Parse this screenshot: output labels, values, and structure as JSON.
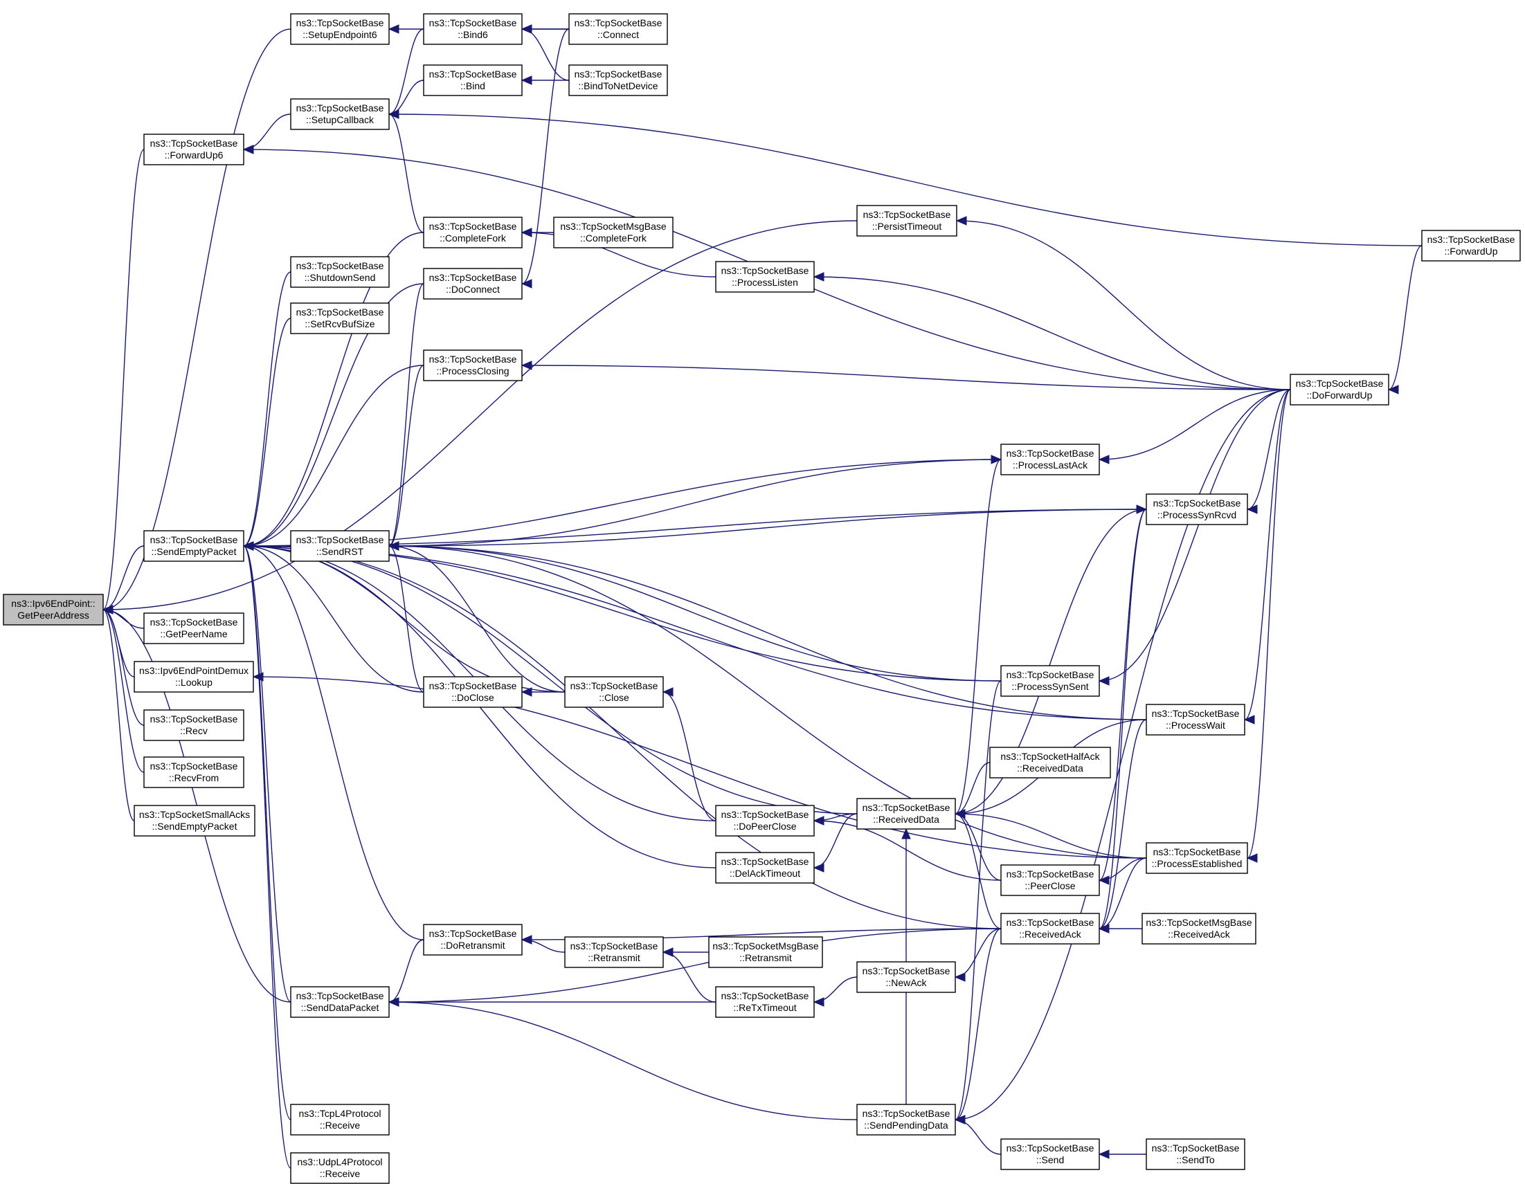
{
  "diagram": {
    "title": "",
    "nodes": [
      {
        "id": "root",
        "lines": [
          "ns3::Ipv6EndPoint::",
          "GetPeerAddress"
        ],
        "highlighted": true
      },
      {
        "id": "SetupEndpoint6",
        "lines": [
          "ns3::TcpSocketBase",
          "::SetupEndpoint6"
        ]
      },
      {
        "id": "Bind6",
        "lines": [
          "ns3::TcpSocketBase",
          "::Bind6"
        ]
      },
      {
        "id": "Connect",
        "lines": [
          "ns3::TcpSocketBase",
          "::Connect"
        ]
      },
      {
        "id": "Bind",
        "lines": [
          "ns3::TcpSocketBase",
          "::Bind"
        ]
      },
      {
        "id": "BindToNetDevice",
        "lines": [
          "ns3::TcpSocketBase",
          "::BindToNetDevice"
        ]
      },
      {
        "id": "SetupCallback",
        "lines": [
          "ns3::TcpSocketBase",
          "::SetupCallback"
        ]
      },
      {
        "id": "ForwardUp6",
        "lines": [
          "ns3::TcpSocketBase",
          "::ForwardUp6"
        ]
      },
      {
        "id": "PersistTimeout",
        "lines": [
          "ns3::TcpSocketBase",
          "::PersistTimeout"
        ]
      },
      {
        "id": "CompleteFork",
        "lines": [
          "ns3::TcpSocketBase",
          "::CompleteFork"
        ]
      },
      {
        "id": "MsgCompleteFork",
        "lines": [
          "ns3::TcpSocketMsgBase",
          "::CompleteFork"
        ]
      },
      {
        "id": "ForwardUp",
        "lines": [
          "ns3::TcpSocketBase",
          "::ForwardUp"
        ]
      },
      {
        "id": "ShutdownSend",
        "lines": [
          "ns3::TcpSocketBase",
          "::ShutdownSend"
        ]
      },
      {
        "id": "DoConnect",
        "lines": [
          "ns3::TcpSocketBase",
          "::DoConnect"
        ]
      },
      {
        "id": "ProcessListen",
        "lines": [
          "ns3::TcpSocketBase",
          "::ProcessListen"
        ]
      },
      {
        "id": "SetRcvBufSize",
        "lines": [
          "ns3::TcpSocketBase",
          "::SetRcvBufSize"
        ]
      },
      {
        "id": "ProcessClosing",
        "lines": [
          "ns3::TcpSocketBase",
          "::ProcessClosing"
        ]
      },
      {
        "id": "DoForwardUp",
        "lines": [
          "ns3::TcpSocketBase",
          "::DoForwardUp"
        ]
      },
      {
        "id": "ProcessLastAck",
        "lines": [
          "ns3::TcpSocketBase",
          "::ProcessLastAck"
        ]
      },
      {
        "id": "ProcessSynRcvd",
        "lines": [
          "ns3::TcpSocketBase",
          "::ProcessSynRcvd"
        ]
      },
      {
        "id": "SendEmptyPacket",
        "lines": [
          "ns3::TcpSocketBase",
          "::SendEmptyPacket"
        ]
      },
      {
        "id": "SendRST",
        "lines": [
          "ns3::TcpSocketBase",
          "::SendRST"
        ]
      },
      {
        "id": "GetPeerName",
        "lines": [
          "ns3::TcpSocketBase",
          "::GetPeerName"
        ]
      },
      {
        "id": "Lookup",
        "lines": [
          "ns3::Ipv6EndPointDemux",
          "::Lookup"
        ]
      },
      {
        "id": "ProcessSynSent",
        "lines": [
          "ns3::TcpSocketBase",
          "::ProcessSynSent"
        ]
      },
      {
        "id": "DoClose",
        "lines": [
          "ns3::TcpSocketBase",
          "::DoClose"
        ]
      },
      {
        "id": "Close",
        "lines": [
          "ns3::TcpSocketBase",
          "::Close"
        ]
      },
      {
        "id": "ProcessWait",
        "lines": [
          "ns3::TcpSocketBase",
          "::ProcessWait"
        ]
      },
      {
        "id": "Recv",
        "lines": [
          "ns3::TcpSocketBase",
          "::Recv"
        ]
      },
      {
        "id": "HalfAckReceivedData",
        "lines": [
          "ns3::TcpSocketHalfAck",
          "::ReceivedData"
        ]
      },
      {
        "id": "RecvFrom",
        "lines": [
          "ns3::TcpSocketBase",
          "::RecvFrom"
        ]
      },
      {
        "id": "SmallAcksSendEmptyPacket",
        "lines": [
          "ns3::TcpSocketSmallAcks",
          "::SendEmptyPacket"
        ]
      },
      {
        "id": "DoPeerClose",
        "lines": [
          "ns3::TcpSocketBase",
          "::DoPeerClose"
        ]
      },
      {
        "id": "ReceivedData",
        "lines": [
          "ns3::TcpSocketBase",
          "::ReceivedData"
        ]
      },
      {
        "id": "ProcessEstablished",
        "lines": [
          "ns3::TcpSocketBase",
          "::ProcessEstablished"
        ]
      },
      {
        "id": "DelAckTimeout",
        "lines": [
          "ns3::TcpSocketBase",
          "::DelAckTimeout"
        ]
      },
      {
        "id": "PeerClose",
        "lines": [
          "ns3::TcpSocketBase",
          "::PeerClose"
        ]
      },
      {
        "id": "DoRetransmit",
        "lines": [
          "ns3::TcpSocketBase",
          "::DoRetransmit"
        ]
      },
      {
        "id": "ReceivedAck",
        "lines": [
          "ns3::TcpSocketBase",
          "::ReceivedAck"
        ]
      },
      {
        "id": "MsgReceivedAck",
        "lines": [
          "ns3::TcpSocketMsgBase",
          "::ReceivedAck"
        ]
      },
      {
        "id": "Retransmit",
        "lines": [
          "ns3::TcpSocketBase",
          "::Retransmit"
        ]
      },
      {
        "id": "MsgRetransmit",
        "lines": [
          "ns3::TcpSocketMsgBase",
          "::Retransmit"
        ]
      },
      {
        "id": "NewAck",
        "lines": [
          "ns3::TcpSocketBase",
          "::NewAck"
        ]
      },
      {
        "id": "SendDataPacket",
        "lines": [
          "ns3::TcpSocketBase",
          "::SendDataPacket"
        ]
      },
      {
        "id": "ReTxTimeout",
        "lines": [
          "ns3::TcpSocketBase",
          "::ReTxTimeout"
        ]
      },
      {
        "id": "TcpL4Receive",
        "lines": [
          "ns3::TcpL4Protocol",
          "::Receive"
        ]
      },
      {
        "id": "SendPendingData",
        "lines": [
          "ns3::TcpSocketBase",
          "::SendPendingData"
        ]
      },
      {
        "id": "Send",
        "lines": [
          "ns3::TcpSocketBase",
          "::Send"
        ]
      },
      {
        "id": "SendTo",
        "lines": [
          "ns3::TcpSocketBase",
          "::SendTo"
        ]
      },
      {
        "id": "UdpL4Receive",
        "lines": [
          "ns3::UdpL4Protocol",
          "::Receive"
        ]
      }
    ],
    "edges": [
      [
        "SetupEndpoint6",
        "root"
      ],
      [
        "ForwardUp6",
        "root"
      ],
      [
        "PersistTimeout",
        "root"
      ],
      [
        "SendEmptyPacket",
        "root"
      ],
      [
        "GetPeerName",
        "root"
      ],
      [
        "Lookup",
        "root"
      ],
      [
        "Recv",
        "root"
      ],
      [
        "RecvFrom",
        "root"
      ],
      [
        "SmallAcksSendEmptyPacket",
        "root"
      ],
      [
        "SendDataPacket",
        "root"
      ],
      [
        "Connect",
        "SetupEndpoint6"
      ],
      [
        "Bind",
        "SetupCallback"
      ],
      [
        "Bind6",
        "SetupCallback"
      ],
      [
        "CompleteFork",
        "SetupCallback"
      ],
      [
        "Connect",
        "Bind6"
      ],
      [
        "BindToNetDevice",
        "Bind6"
      ],
      [
        "BindToNetDevice",
        "Bind"
      ],
      [
        "Connect",
        "DoConnect"
      ],
      [
        "SetupCallback",
        "ForwardUp6"
      ],
      [
        "ForwardUp",
        "SetupCallback"
      ],
      [
        "DoForwardUp",
        "ForwardUp6"
      ],
      [
        "DoForwardUp",
        "PersistTimeout"
      ],
      [
        "DoForwardUp",
        "ProcessListen"
      ],
      [
        "DoForwardUp",
        "ProcessClosing"
      ],
      [
        "DoForwardUp",
        "ProcessLastAck"
      ],
      [
        "DoForwardUp",
        "ProcessSynRcvd"
      ],
      [
        "DoForwardUp",
        "ProcessSynSent"
      ],
      [
        "DoForwardUp",
        "ProcessWait"
      ],
      [
        "DoForwardUp",
        "ProcessEstablished"
      ],
      [
        "DoForwardUp",
        "SendPendingData"
      ],
      [
        "ForwardUp",
        "DoForwardUp"
      ],
      [
        "MsgCompleteFork",
        "CompleteFork"
      ],
      [
        "ProcessListen",
        "CompleteFork"
      ],
      [
        "CompleteFork",
        "SendEmptyPacket"
      ],
      [
        "DoConnect",
        "SendEmptyPacket"
      ],
      [
        "ShutdownSend",
        "SendEmptyPacket"
      ],
      [
        "SetRcvBufSize",
        "SendEmptyPacket"
      ],
      [
        "ProcessClosing",
        "SendEmptyPacket"
      ],
      [
        "ProcessLastAck",
        "SendEmptyPacket"
      ],
      [
        "ProcessSynRcvd",
        "SendEmptyPacket"
      ],
      [
        "SendRST",
        "SendEmptyPacket"
      ],
      [
        "DoClose",
        "SendEmptyPacket"
      ],
      [
        "Close",
        "SendEmptyPacket"
      ],
      [
        "ProcessSynSent",
        "SendEmptyPacket"
      ],
      [
        "ProcessWait",
        "SendEmptyPacket"
      ],
      [
        "ReceivedData",
        "SendEmptyPacket"
      ],
      [
        "DoPeerClose",
        "SendEmptyPacket"
      ],
      [
        "DelAckTimeout",
        "SendEmptyPacket"
      ],
      [
        "DoRetransmit",
        "SendEmptyPacket"
      ],
      [
        "SendDataPacket",
        "SendEmptyPacket"
      ],
      [
        "TcpL4Receive",
        "SendEmptyPacket"
      ],
      [
        "UdpL4Receive",
        "SendEmptyPacket"
      ],
      [
        "ReceivedAck",
        "SendEmptyPacket"
      ],
      [
        "DoConnect",
        "SendRST"
      ],
      [
        "ProcessClosing",
        "SendRST"
      ],
      [
        "ProcessLastAck",
        "SendRST"
      ],
      [
        "ProcessSynRcvd",
        "SendRST"
      ],
      [
        "ProcessWait",
        "SendRST"
      ],
      [
        "ProcessSynSent",
        "SendRST"
      ],
      [
        "ProcessEstablished",
        "SendRST"
      ],
      [
        "DoClose",
        "SendRST"
      ],
      [
        "Close",
        "SendRST"
      ],
      [
        "Close",
        "DoClose"
      ],
      [
        "DoPeerClose",
        "Close"
      ],
      [
        "ReceivedData",
        "ProcessLastAck"
      ],
      [
        "ReceivedData",
        "DoPeerClose"
      ],
      [
        "HalfAckReceivedData",
        "ReceivedData"
      ],
      [
        "ProcessWait",
        "ReceivedData"
      ],
      [
        "ProcessEstablished",
        "ReceivedData"
      ],
      [
        "PeerClose",
        "ReceivedData"
      ],
      [
        "ReceivedAck",
        "ReceivedData"
      ],
      [
        "SendPendingData",
        "ReceivedData"
      ],
      [
        "PeerClose",
        "DoPeerClose"
      ],
      [
        "ProcessEstablished",
        "PeerClose"
      ],
      [
        "ReceivedData",
        "DelAckTimeout"
      ],
      [
        "MsgReceivedAck",
        "ReceivedAck"
      ],
      [
        "ProcessEstablished",
        "ReceivedAck"
      ],
      [
        "ProcessWait",
        "ReceivedAck"
      ],
      [
        "ReceivedAck",
        "DoRetransmit"
      ],
      [
        "Retransmit",
        "DoRetransmit"
      ],
      [
        "MsgRetransmit",
        "Retransmit"
      ],
      [
        "ReTxTimeout",
        "Retransmit"
      ],
      [
        "DoRetransmit",
        "SendDataPacket"
      ],
      [
        "ReTxTimeout",
        "SendDataPacket"
      ],
      [
        "NewAck",
        "ReTxTimeout"
      ],
      [
        "ReceivedAck",
        "NewAck"
      ],
      [
        "SendPendingData",
        "SendDataPacket"
      ],
      [
        "ReceivedAck",
        "SendDataPacket"
      ],
      [
        "ProcessSynRcvd",
        "ReceivedAck"
      ],
      [
        "ProcessSynSent",
        "SendPendingData"
      ],
      [
        "ReceivedAck",
        "SendPendingData"
      ],
      [
        "Send",
        "SendPendingData"
      ],
      [
        "SendTo",
        "Send"
      ],
      [
        "ProcessEstablished",
        "Lookup"
      ],
      [
        "PeerClose",
        "ProcessSynRcvd"
      ],
      [
        "ProcessSynRcvd",
        "ReceivedData"
      ]
    ]
  }
}
